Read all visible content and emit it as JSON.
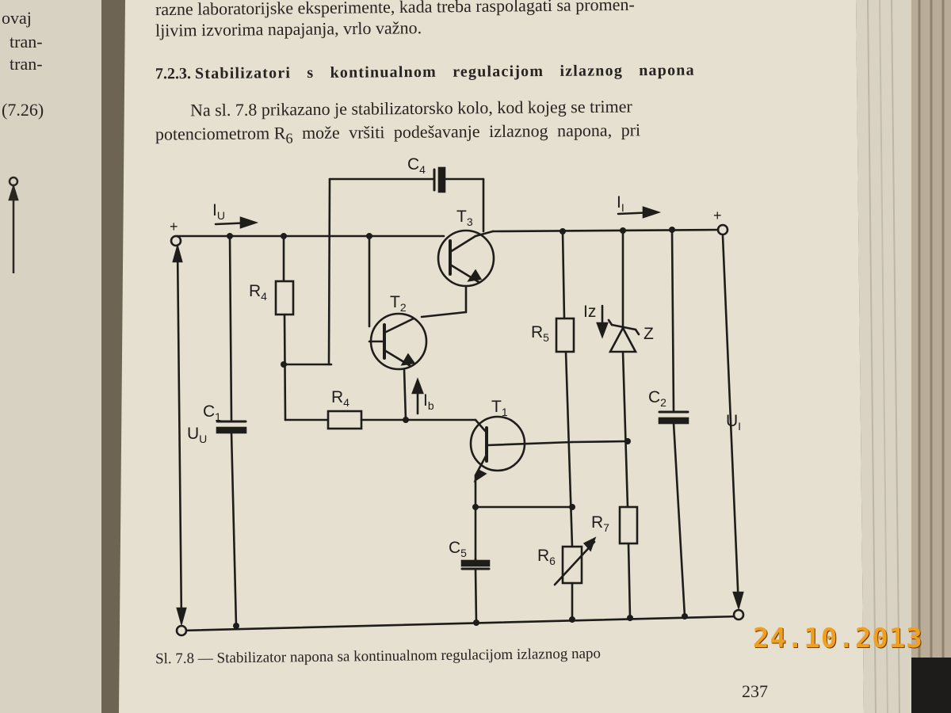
{
  "left_page": {
    "fragments": [
      "ovaj",
      "tran-",
      "tran-",
      "(7.26)"
    ]
  },
  "right_page": {
    "line1": "razne laboratorijske eksperimente, kada treba raspolagati sa promen-",
    "line2": "ljivim izvorima napajanja, vrlo važno.",
    "section_number": "7.2.3.",
    "section_title": "Stabilizatori s kontinualnom regulacijom izlaznog napona",
    "para_line1": "Na sl. 7.8 prikazano je stabilizatorsko kolo, kod kojeg se trimer",
    "para_line2_a": "potenciometrom R",
    "para_line2_sub": "6",
    "para_line2_b": " može vršiti podešavanje izlaznog napona, pri",
    "caption": "Sl. 7.8 — Stabilizator napona sa kontinualnom regulacijom izlaznog napo",
    "page_number": "237"
  },
  "circuit": {
    "labels": {
      "c4": [
        "C",
        "4"
      ],
      "iu": [
        "I",
        "U"
      ],
      "ii": [
        "I",
        "I"
      ],
      "t3": [
        "T",
        "3"
      ],
      "r4a": [
        "R",
        "4"
      ],
      "t2": [
        "T",
        "2"
      ],
      "iz": [
        "I",
        "z"
      ],
      "z": "Z",
      "r5": [
        "R",
        "5"
      ],
      "ib": [
        "I",
        "b"
      ],
      "r4b": [
        "R",
        "4"
      ],
      "t1": [
        "T",
        "1"
      ],
      "c1": [
        "C",
        "1"
      ],
      "c2": [
        "C",
        "2"
      ],
      "uu": [
        "U",
        "U"
      ],
      "ui": [
        "U",
        "I"
      ],
      "r7": [
        "R",
        "7"
      ],
      "c5": [
        "C",
        "5"
      ],
      "r6": [
        "R",
        "6"
      ],
      "plus_in": "+",
      "plus_out": "+"
    }
  },
  "camera_date": "24.10.2013",
  "colors": {
    "paper": "#e6e0d0",
    "ink": "#262320",
    "date_stamp": "#f0a020"
  }
}
